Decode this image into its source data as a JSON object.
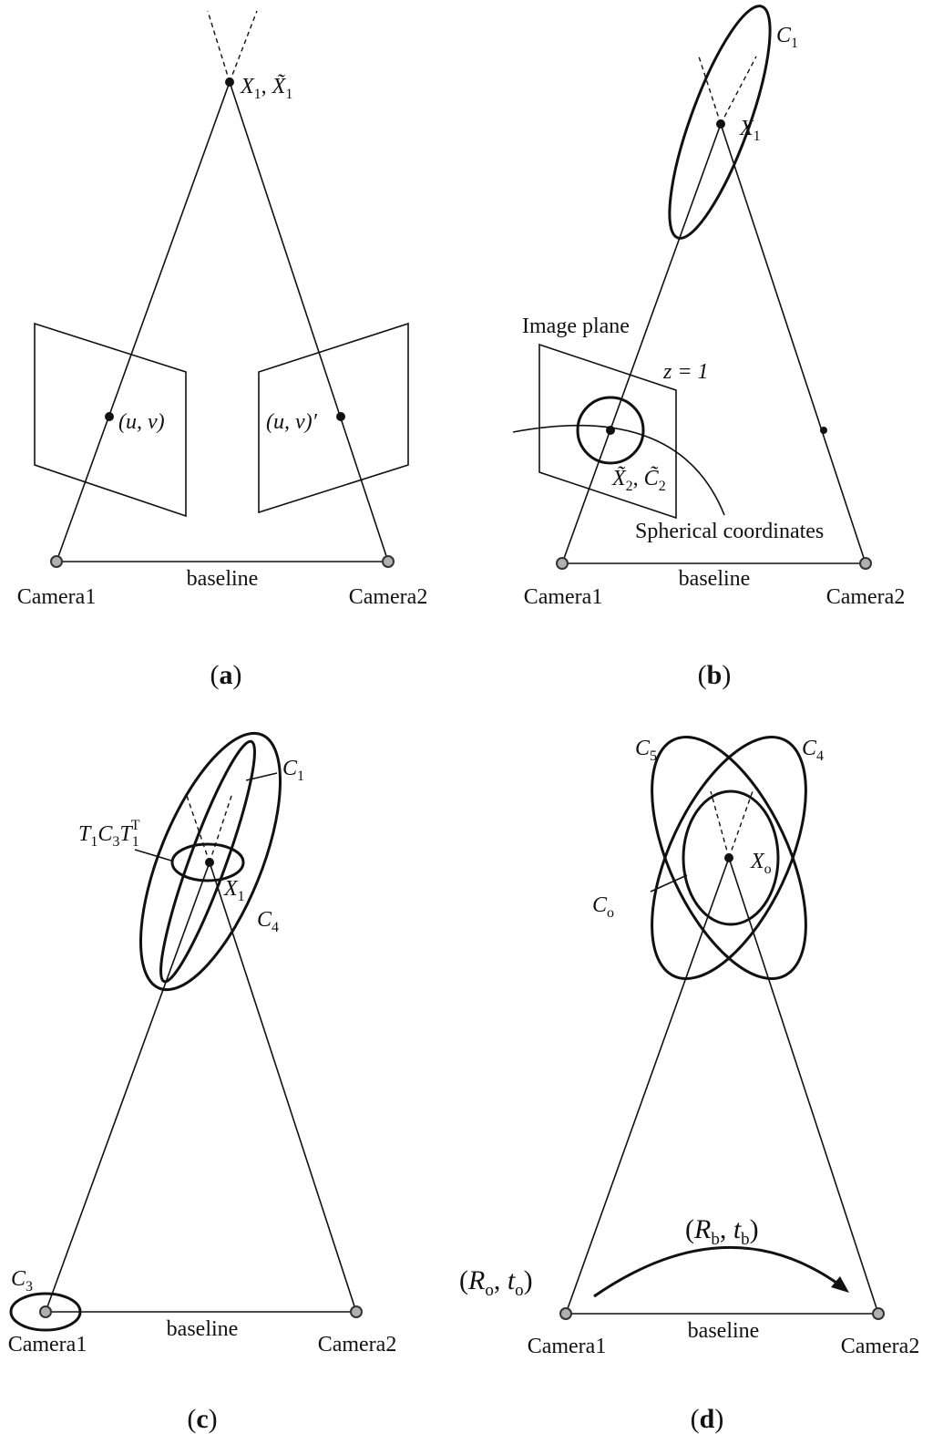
{
  "panel_a": {
    "caption": {
      "open": "(",
      "letter": "a",
      "close": ")"
    },
    "point_label": {
      "main": "X",
      "sub": "1",
      "sep": ", ",
      "main2": "X̃",
      "sub2": "1"
    },
    "image_point_left": "(u, v)",
    "image_point_right": "(u, v)′",
    "camera1": "Camera1",
    "camera2": "Camera2",
    "baseline": "baseline"
  },
  "panel_b": {
    "caption": {
      "open": "(",
      "letter": "b",
      "close": ")"
    },
    "conic_label": {
      "main": "C",
      "sub": "1"
    },
    "point_label": {
      "main": "X",
      "sub": "1"
    },
    "image_plane": "Image plane",
    "plane_eq": "z = 1",
    "proj_label": {
      "main": "X̃",
      "sub": "2",
      "sep": ", ",
      "main2": "C̃",
      "sub2": "2"
    },
    "spherical": "Spherical coordinates",
    "camera1": "Camera1",
    "camera2": "Camera2",
    "baseline": "baseline"
  },
  "panel_c": {
    "caption": {
      "open": "(",
      "letter": "c",
      "close": ")"
    },
    "conic1": {
      "main": "C",
      "sub": "1"
    },
    "conic4": {
      "main": "C",
      "sub": "4"
    },
    "conic3": {
      "main": "C",
      "sub": "3"
    },
    "transform": {
      "a": "T",
      "a_sub": "1",
      "b": "C",
      "b_sub": "3",
      "c": "T",
      "c_sub": "1",
      "c_sup": "T"
    },
    "point_label": {
      "main": "X",
      "sub": "1"
    },
    "camera1": "Camera1",
    "camera2": "Camera2",
    "baseline": "baseline"
  },
  "panel_d": {
    "caption": {
      "open": "(",
      "letter": "d",
      "close": ")"
    },
    "conic5": {
      "main": "C",
      "sub": "5"
    },
    "conic4": {
      "main": "C",
      "sub": "4"
    },
    "conic_o": {
      "main": "C",
      "sub": "o"
    },
    "point_label": {
      "main": "X",
      "sub": "o"
    },
    "pose_b": {
      "open": "(",
      "r": "R",
      "r_sub": "b",
      "comma": ", ",
      "t": "t",
      "t_sub": "b",
      "close": ")"
    },
    "pose_o": {
      "open": "(",
      "r": "R",
      "r_sub": "o",
      "comma": ", ",
      "t": "t",
      "t_sub": "o",
      "close": ")"
    },
    "camera1": "Camera1",
    "camera2": "Camera2",
    "baseline": "baseline"
  }
}
